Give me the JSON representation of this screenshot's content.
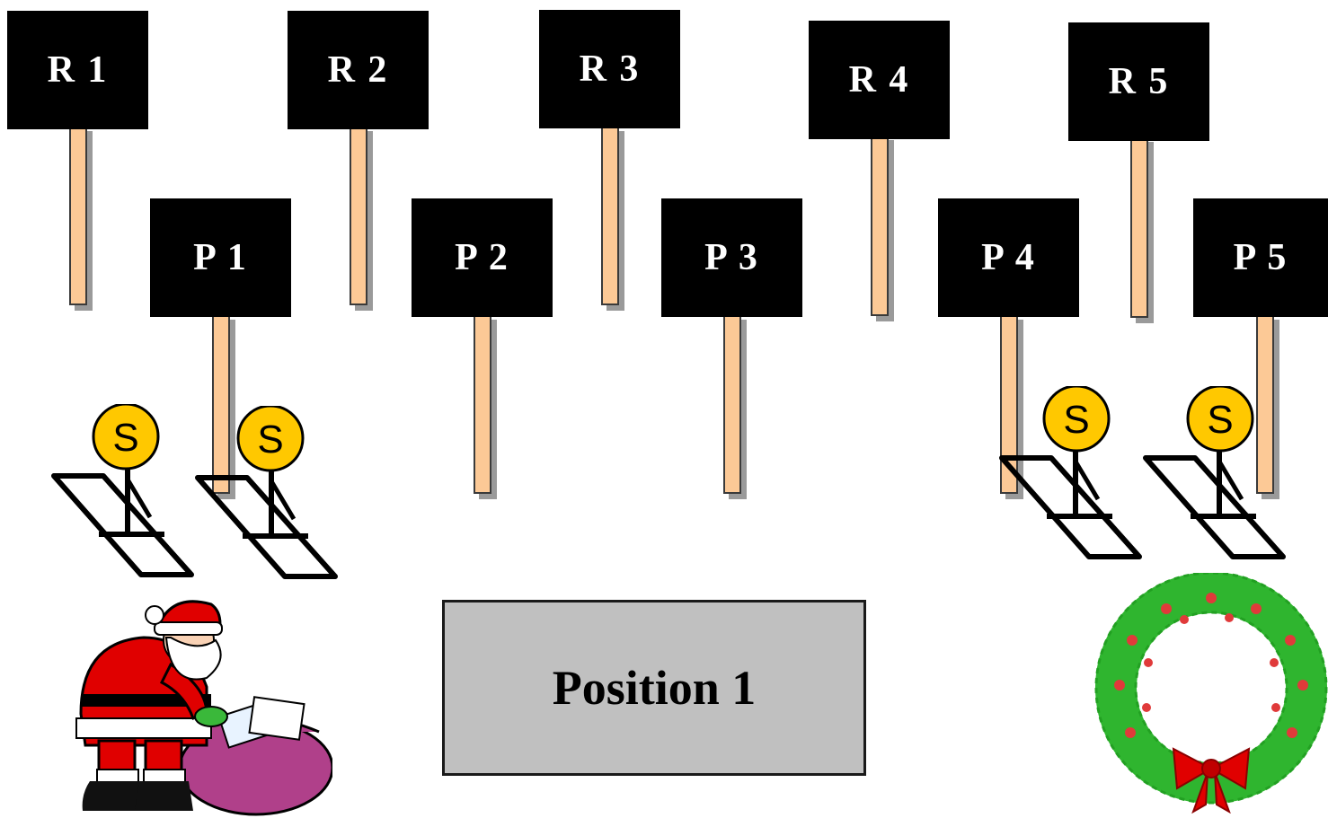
{
  "r_signs": [
    {
      "label": "R 1"
    },
    {
      "label": "R 2"
    },
    {
      "label": "R 3"
    },
    {
      "label": "R 4"
    },
    {
      "label": "R 5"
    }
  ],
  "p_signs": [
    {
      "label": "P 1"
    },
    {
      "label": "P 2"
    },
    {
      "label": "P 3"
    },
    {
      "label": "P 4"
    },
    {
      "label": "P 5"
    }
  ],
  "traps": [
    {
      "label": "S"
    },
    {
      "label": "S"
    },
    {
      "label": "S"
    },
    {
      "label": "S"
    }
  ],
  "position_box": {
    "label": "Position 1"
  },
  "colors": {
    "sign": "#000000",
    "stick": "#fcc996",
    "coin": "#ffc800",
    "box": "#c0c0c0",
    "wreath": "#2fb52f",
    "santa": "#e00000",
    "sack": "#b0408a"
  }
}
